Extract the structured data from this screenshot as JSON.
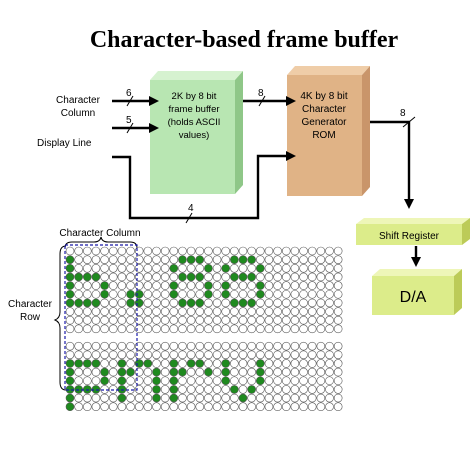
{
  "title": "Character-based frame buffer",
  "colors": {
    "frame_front": "#b8e6b2",
    "frame_top": "#d6f2d0",
    "frame_side": "#8fc788",
    "rom_front": "#e0b386",
    "rom_top": "#efcda8",
    "rom_side": "#c9956a",
    "yellow_front": "#dcec8a",
    "yellow_top": "#eef6b8",
    "yellow_side": "#bccb58",
    "pixel_on": "#1f8a1f",
    "pixel_off": "#ffffff",
    "pixel_stroke": "#555555",
    "column_outline": "#1a1aa8"
  },
  "inputs": {
    "character_column": "Character\nColumn",
    "display_line": "Display Line",
    "bits_col": "6",
    "bits_row": "5",
    "bits_line": "4"
  },
  "frame_buffer": {
    "label": "2K by 8 bit\nframe buffer\n\n(holds ASCII\nvalues)",
    "bits_out": "8"
  },
  "rom": {
    "label": "4K by 8 bit\nCharacter\nGenerator\nROM",
    "bits_out": "8"
  },
  "shift_register": {
    "label": "Shift Register"
  },
  "dac": {
    "label": "D/A"
  },
  "grid_labels": {
    "character_column": "Character Column",
    "character_row": "Character\nRow"
  },
  "dot_grid": {
    "cols": 32,
    "rows": 19,
    "blank_rows": [
      10
    ],
    "glyphs": [
      {
        "col": 0,
        "row": 0,
        "bitmap": [
          "00000",
          "10000",
          "10000",
          "11110",
          "10001",
          "10001",
          "11110",
          "00000",
          "00000"
        ]
      },
      {
        "col": 6,
        "row": 0,
        "bitmap": [
          "00000",
          "00000",
          "00000",
          "00000",
          "00000",
          "01100",
          "01100",
          "00000",
          "00000"
        ]
      },
      {
        "col": 12,
        "row": 0,
        "bitmap": [
          "00000",
          "01110",
          "10001",
          "01110",
          "10001",
          "10001",
          "01110",
          "00000",
          "00000"
        ]
      },
      {
        "col": 18,
        "row": 0,
        "bitmap": [
          "00000",
          "01110",
          "10001",
          "01110",
          "10001",
          "10001",
          "01110",
          "00000",
          "00000"
        ]
      },
      {
        "col": 0,
        "row": 11,
        "bitmap": [
          "00000",
          "00000",
          "11110",
          "10001",
          "10001",
          "11110",
          "10000",
          "10000",
          "00000"
        ]
      },
      {
        "col": 6,
        "row": 11,
        "bitmap": [
          "00000",
          "00000",
          "10110",
          "11001",
          "10001",
          "10001",
          "10001",
          "00000",
          "00000"
        ]
      },
      {
        "col": 12,
        "row": 11,
        "bitmap": [
          "00000",
          "00000",
          "10110",
          "11001",
          "10000",
          "10000",
          "10000",
          "00000",
          "00000"
        ]
      },
      {
        "col": 18,
        "row": 11,
        "bitmap": [
          "00000",
          "00000",
          "10001",
          "10001",
          "10001",
          "01010",
          "00100",
          "00000",
          "00000"
        ]
      }
    ]
  }
}
